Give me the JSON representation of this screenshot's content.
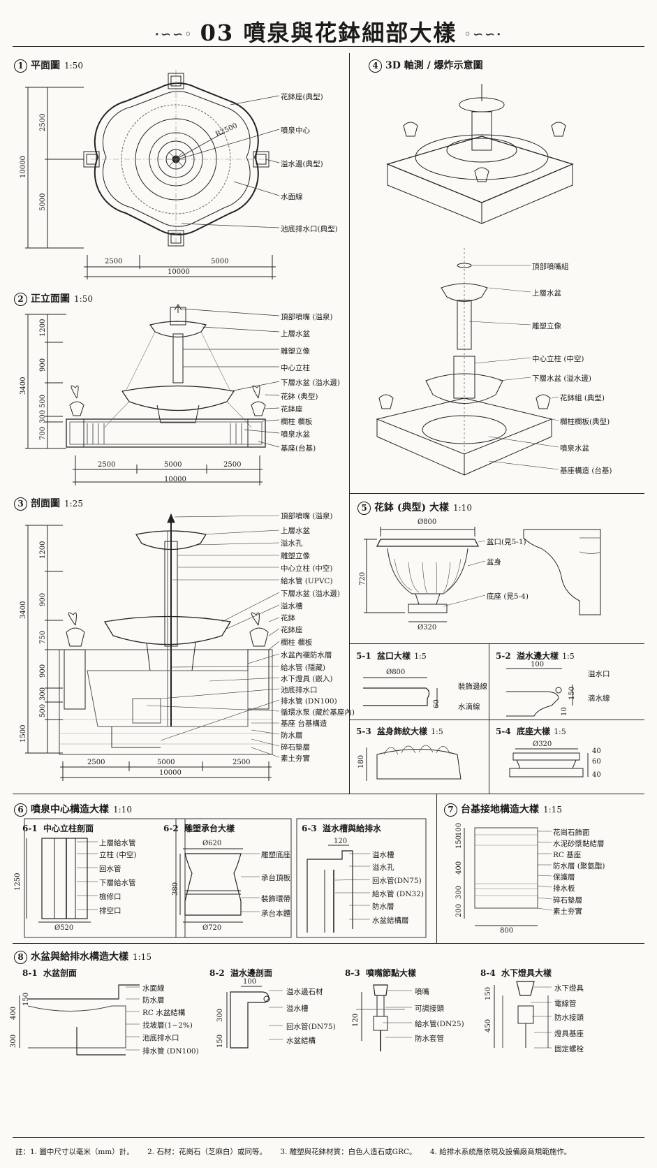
{
  "title": "03 噴泉與花鉢細部大樣",
  "sections": {
    "s1": {
      "num": "1",
      "title": "平面圖",
      "scale": "1:50",
      "labels": [
        "花鉢座(典型)",
        "噴泉中心",
        "溢水邊(典型)",
        "水面線",
        "池底排水口(典型)"
      ],
      "radius": "R2500",
      "dims": {
        "v_total": "10000",
        "v_top": "2500",
        "v_bottom": "5000",
        "h_left": "2500",
        "h_right": "5000",
        "h_total": "10000"
      }
    },
    "s2": {
      "num": "2",
      "title": "正立面圖",
      "scale": "1:50",
      "labels": [
        "頂部噴嘴 (溢泉)",
        "上層水盆",
        "雕塑立像",
        "中心立柱",
        "下層水盆 (溢水邊)",
        "花鉢 (典型)",
        "花鉢座",
        "欄柱 欄板",
        "噴泉水盆",
        "基座(台基)"
      ],
      "dims": {
        "v_total": "3400",
        "v1": "1200",
        "v2": "900",
        "v3": "500",
        "v4": "300",
        "v5": "700",
        "h1": "2500",
        "h2": "5000",
        "h3": "2500",
        "h_total": "10000"
      }
    },
    "s3": {
      "num": "3",
      "title": "剖面圖",
      "scale": "1:25",
      "labels": [
        "頂部噴嘴 (溢泉)",
        "上層水盆",
        "溢水孔",
        "雕塑立像",
        "中心立柱 (中空)",
        "給水管 (UPVC)",
        "下層水盆 (溢水邊)",
        "溢水槽",
        "花鉢",
        "花鉢座",
        "欄柱 欄板",
        "水盆內襯防水層",
        "給水管 (隱藏)",
        "水下燈具 (嵌入)",
        "池底排水口",
        "排水管 (DN100)",
        "循環水泵 (藏於基座內)",
        "基座 台基構造",
        "防水層",
        "碎石墊層",
        "素土夯實"
      ],
      "dims": {
        "v_total": "3400",
        "v1": "1200",
        "v2": "900",
        "v3": "750",
        "v4": "900",
        "v5": "300",
        "v6": "500",
        "v7": "1500",
        "h1": "2500",
        "h2": "5000",
        "h3": "2500",
        "h_total": "10000"
      }
    },
    "s4": {
      "num": "4",
      "title": "3D 軸測 / 爆炸示意圖",
      "labels": [
        "頂部噴嘴組",
        "上層水盆",
        "雕塑立像",
        "中心立柱 (中空)",
        "下層水盆 (溢水邊)",
        "花鉢組 (典型)",
        "欄柱欄板(典型)",
        "噴泉水盆",
        "基座構造 (台基)"
      ]
    },
    "s5": {
      "num": "5",
      "title": "花鉢 (典型) 大樣",
      "scale": "1:10",
      "labels": [
        "盆口(見5-1)",
        "盆身",
        "底座 (見5-4)"
      ],
      "dims": {
        "top": "Ø800",
        "bottom": "Ø320",
        "height": "720"
      },
      "subs": [
        {
          "id": "5-1",
          "title": "盆口大樣",
          "scale": "1:5",
          "labels": [
            "裝飾邊線",
            "水滴線"
          ],
          "dims": [
            "Ø800",
            "60"
          ]
        },
        {
          "id": "5-2",
          "title": "溢水邊大樣",
          "scale": "1:5",
          "labels": [
            "溢水口",
            "滴水線"
          ],
          "dims": [
            "100",
            "150",
            "10"
          ]
        },
        {
          "id": "5-3",
          "title": "盆身飾紋大樣",
          "scale": "1:5",
          "dims": [
            "180"
          ]
        },
        {
          "id": "5-4",
          "title": "底座大樣",
          "scale": "1:5",
          "dims": [
            "Ø320",
            "40",
            "60",
            "40"
          ]
        }
      ]
    },
    "s6": {
      "num": "6",
      "title": "噴泉中心構造大樣",
      "scale": "1:10",
      "subs": [
        {
          "id": "6-1",
          "title": "中心立柱剖面",
          "labels": [
            "上層給水管",
            "立柱 (中空)",
            "回水管",
            "下層給水管",
            "檢修口",
            "排空口"
          ],
          "dims": [
            "1250",
            "Ø520"
          ]
        },
        {
          "id": "6-2",
          "title": "雕塑承台大樣",
          "labels": [
            "雕塑底座",
            "承台頂板",
            "裝飾環帶",
            "承台本體"
          ],
          "dims": [
            "Ø620",
            "380",
            "Ø720"
          ]
        },
        {
          "id": "6-3",
          "title": "溢水槽與給排水",
          "labels": [
            "溢水槽",
            "溢水孔",
            "回水管(DN75)",
            "給水管 (DN32)",
            "防水層",
            "水盆結構層"
          ],
          "dims": [
            "120"
          ]
        }
      ]
    },
    "s7": {
      "num": "7",
      "title": "台基接地構造大樣",
      "scale": "1:15",
      "labels": [
        "花崗石飾面",
        "水泥砂漿黏結層",
        "RC 基座",
        "防水層 (聚氨酯)",
        "保護層",
        "排水板",
        "碎石墊層",
        "素土夯實"
      ],
      "dims": [
        "100",
        "150",
        "400",
        "300",
        "200",
        "800"
      ]
    },
    "s8": {
      "num": "8",
      "title": "水盆與給排水構造大樣",
      "scale": "1:15",
      "subs": [
        {
          "id": "8-1",
          "title": "水盆剖面",
          "labels": [
            "水面線",
            "防水層",
            "RC 水盆結構",
            "找坡層(1~2%)",
            "池底排水口",
            "排水管 (DN100)"
          ],
          "dims": [
            "400",
            "150",
            "300"
          ]
        },
        {
          "id": "8-2",
          "title": "溢水邊剖面",
          "labels": [
            "溢水邊石材",
            "溢水槽",
            "回水管(DN75)",
            "水盆結構"
          ],
          "dims": [
            "100",
            "300",
            "150"
          ]
        },
        {
          "id": "8-3",
          "title": "噴嘴節點大樣",
          "labels": [
            "噴嘴",
            "可調接頭",
            "給水管(DN25)",
            "防水套管"
          ],
          "dims": [
            "120"
          ]
        },
        {
          "id": "8-4",
          "title": "水下燈具大樣",
          "labels": [
            "水下燈具",
            "電線管",
            "防水接頭",
            "燈具基座",
            "固定螺栓"
          ],
          "dims": [
            "150",
            "450"
          ]
        }
      ]
    }
  },
  "notes": [
    "註：1. 圖中尺寸以毫米（mm）計。",
    "2. 石材：花崗石（芝麻白）或同等。",
    "3. 雕塑與花鉢材質：白色人造石或GRC。",
    "4. 給排水系統應依現及設備廠商規範施作。"
  ]
}
